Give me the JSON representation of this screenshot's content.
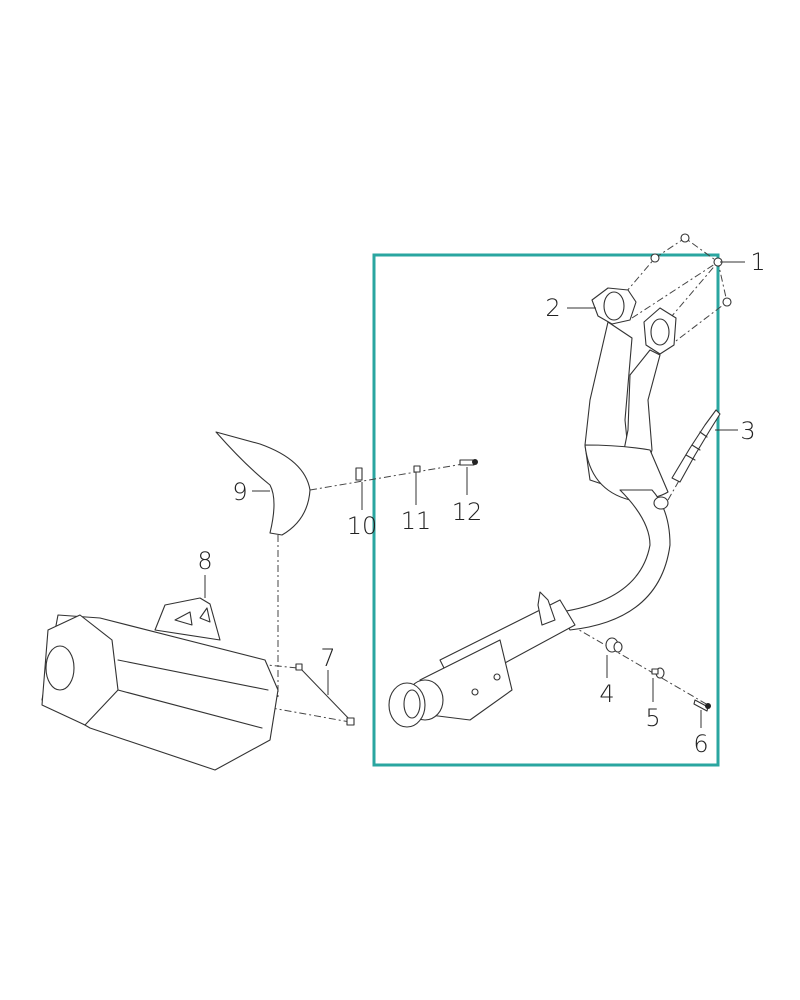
{
  "diagram": {
    "highlight_color": "#2aa6a0",
    "callouts": [
      {
        "id": "1",
        "label": "1"
      },
      {
        "id": "2",
        "label": "2"
      },
      {
        "id": "3",
        "label": "3"
      },
      {
        "id": "4",
        "label": "4"
      },
      {
        "id": "5",
        "label": "5"
      },
      {
        "id": "6",
        "label": "6"
      },
      {
        "id": "7",
        "label": "7"
      },
      {
        "id": "8",
        "label": "8"
      },
      {
        "id": "9",
        "label": "9"
      },
      {
        "id": "10",
        "label": "10"
      },
      {
        "id": "11",
        "label": "11"
      },
      {
        "id": "12",
        "label": "12"
      }
    ]
  }
}
